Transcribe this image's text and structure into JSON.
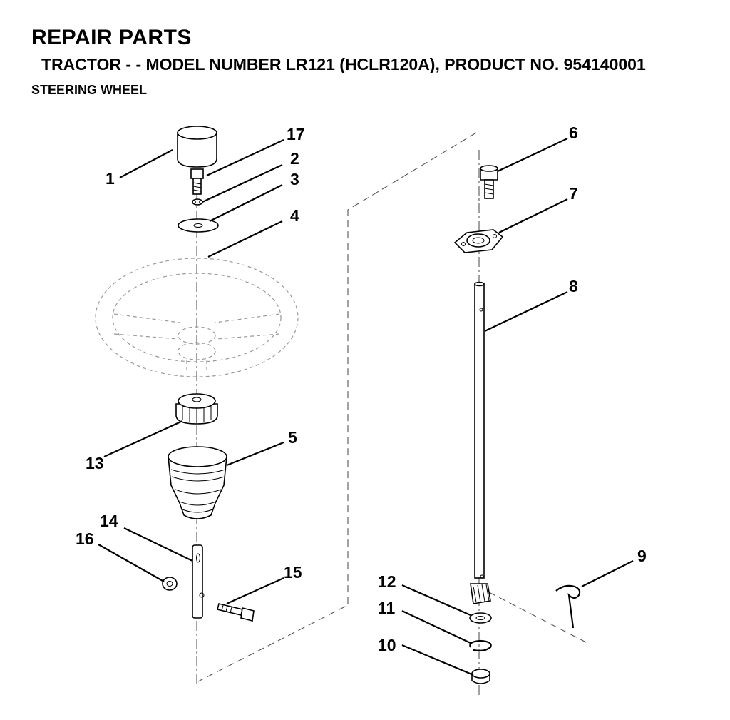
{
  "header": {
    "title": "REPAIR PARTS",
    "subtitle": "TRACTOR - - MODEL NUMBER LR121 (HCLR120A), PRODUCT NO. 954140001",
    "section": "STEERING WHEEL"
  },
  "callouts": {
    "c1": "1",
    "c2": "2",
    "c3": "3",
    "c4": "4",
    "c5": "5",
    "c6": "6",
    "c7": "7",
    "c8": "8",
    "c9": "9",
    "c10": "10",
    "c11": "11",
    "c12": "12",
    "c13": "13",
    "c14": "14",
    "c15": "15",
    "c16": "16",
    "c17": "17"
  }
}
